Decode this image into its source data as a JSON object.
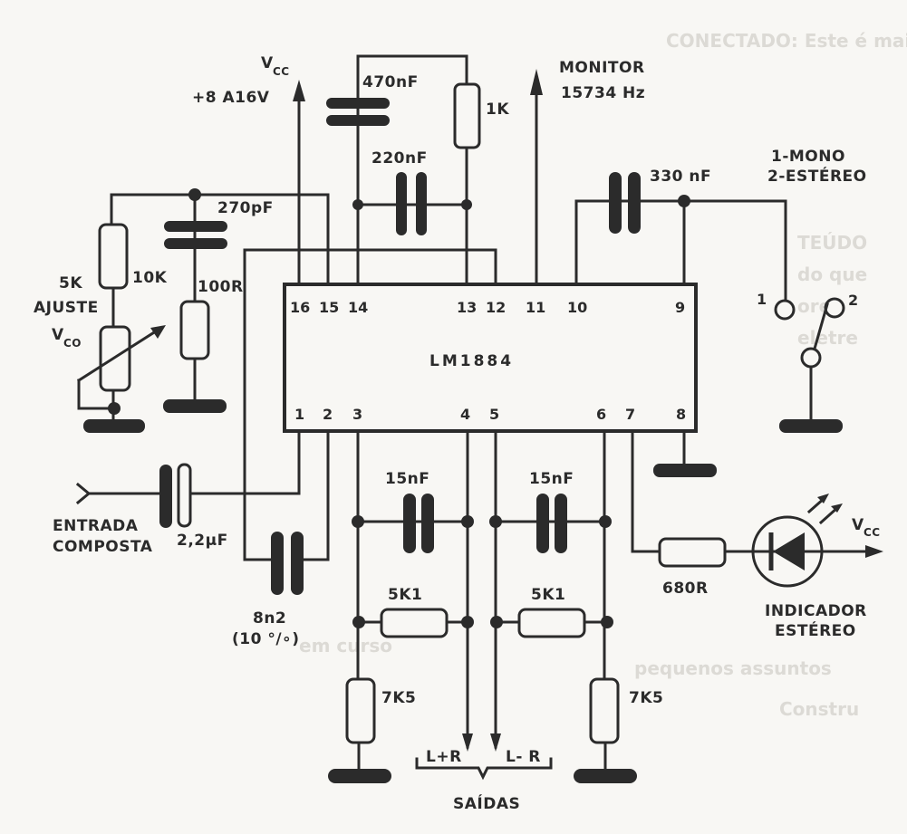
{
  "figure": {
    "title": "LM1884 stereo decoder schematic",
    "ic": {
      "part": "LM1884",
      "top_pins": [
        "16",
        "15",
        "14",
        "13",
        "12",
        "11",
        "10",
        "9"
      ],
      "bottom_pins": [
        "1",
        "2",
        "3",
        "4",
        "5",
        "6",
        "7",
        "8"
      ]
    },
    "supply": {
      "label": "V",
      "label_sub": "CC",
      "range": "+8 A16V"
    },
    "monitor": {
      "line1": "MONITOR",
      "line2": "15734 Hz"
    },
    "components": {
      "c_470n": "470nF",
      "r_1k": "1K",
      "c_220n": "220nF",
      "c_330n": "330 nF",
      "c_270p": "270pF",
      "r_10k": "10K",
      "r_100r": "100R",
      "pot_5k": "5K",
      "pot_label1": "AJUSTE",
      "pot_label2": "V",
      "pot_label2_sub": "CO",
      "c_input": "2,2µF",
      "c_8n2": "8n2",
      "c_8n2_tol": "(10 °/∘)",
      "c_15n_left": "15nF",
      "c_15n_right": "15nF",
      "r_5k1_left": "5K1",
      "r_5k1_right": "5K1",
      "r_7k5_left": "7K5",
      "r_7k5_right": "7K5",
      "r_680r": "680R"
    },
    "switch": {
      "mode_line1": "1-MONO",
      "mode_line2": "2-ESTÉREO",
      "contact1": "1",
      "contact2": "2"
    },
    "input": {
      "line1": "ENTRADA",
      "line2": "COMPOSTA"
    },
    "outputs": {
      "sum": "L+R",
      "diff": "L- R",
      "label": "SAÍDAS"
    },
    "led": {
      "vcc": "V",
      "vcc_sub": "CC",
      "line1": "INDICADOR",
      "line2": "ESTÉREO"
    }
  }
}
